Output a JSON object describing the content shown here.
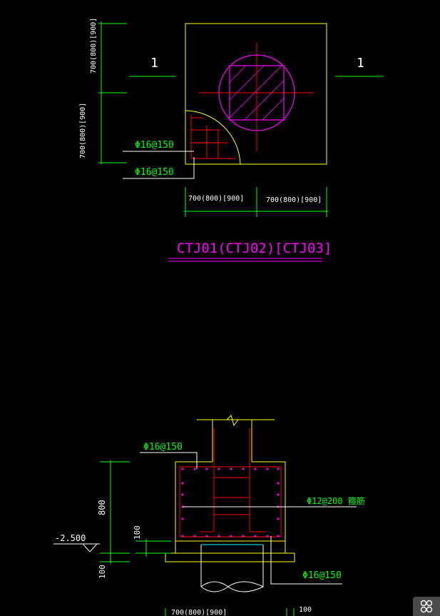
{
  "colors": {
    "background": "#000000",
    "dimension": "#00ff00",
    "outline": "#ffff00",
    "rebar": "#ff0000",
    "pile": "#ff00ff",
    "leader": "#ffffff",
    "title": "#ff00ff"
  },
  "plan": {
    "section_mark_left": "1",
    "section_mark_right": "1",
    "dim_left_top": "700(800)[900]",
    "dim_left_bottom": "700(800)[900]",
    "rebar_label_1": "Φ16@150",
    "rebar_label_2": "Φ16@150",
    "dim_bottom_left": "700(800)[900]",
    "dim_bottom_right": "700(800)[900]",
    "title": "CTJ01(CTJ02)[CTJ03]"
  },
  "section": {
    "top_rebar_label": "Φ16@150",
    "stirrup_label": "Φ12@200 箍筋",
    "bottom_rebar_label": "Φ16@150",
    "elevation": "-2.500",
    "dim_800": "800",
    "dim_100_a": "100",
    "dim_100_b": "100",
    "dim_bottom": "700(800)[900]",
    "dim_100_c": "100"
  },
  "ui": {
    "corner_icon": "grid-icon"
  }
}
